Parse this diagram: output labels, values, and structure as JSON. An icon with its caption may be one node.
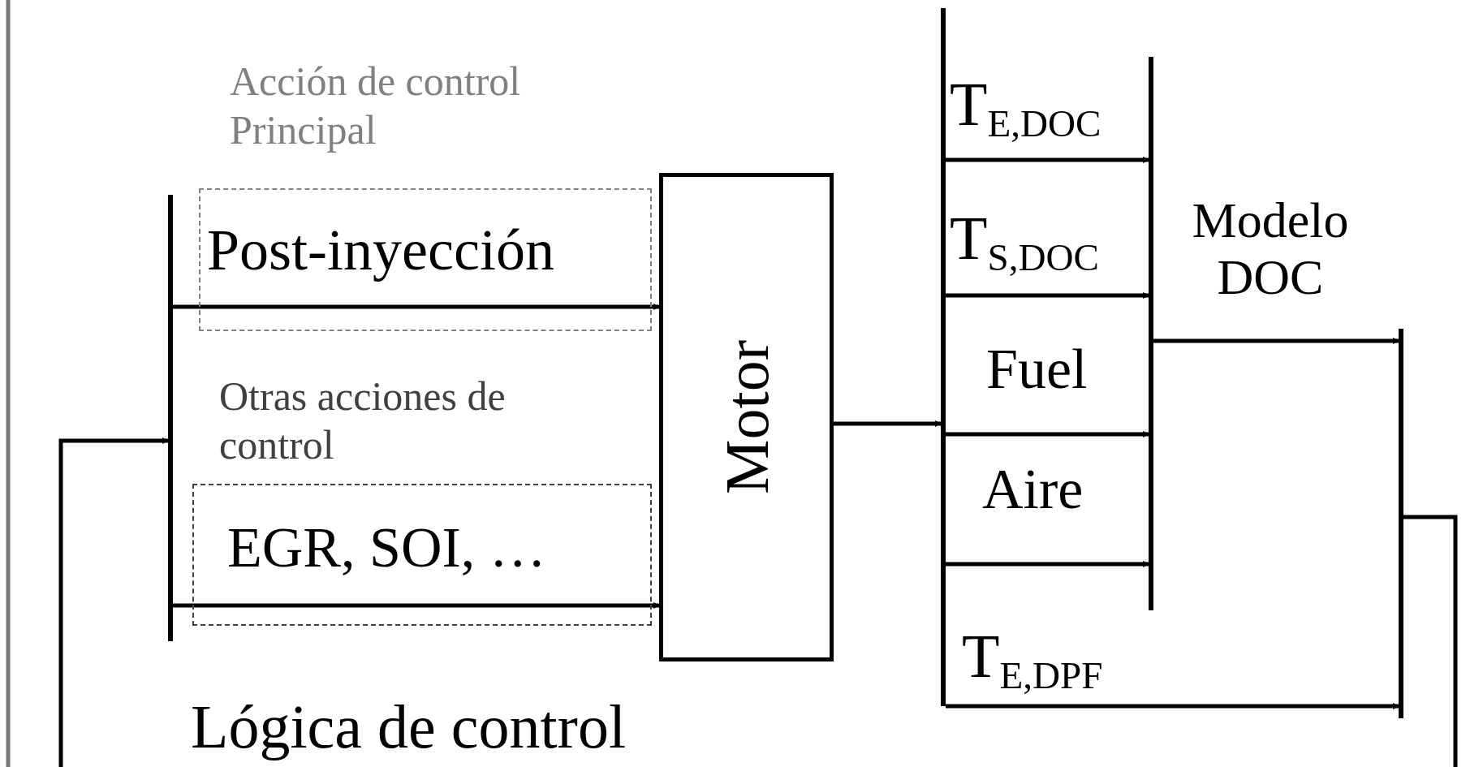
{
  "diagram": {
    "nodes": [
      {
        "text": [],
        "shape": "bar"
      },
      {
        "text": [
          "Motor"
        ]
      },
      {
        "text": [],
        "shape": "bar"
      },
      {
        "text": [],
        "shape": "bar",
        "beside": [
          "Modelo DOC"
        ]
      },
      {
        "text": [],
        "shape": "bar"
      }
    ],
    "edges": [
      {
        "from": 0,
        "to": 1,
        "arrow": "to",
        "label": "Post-inyección"
      },
      {
        "from": 0,
        "to": 1,
        "arrow": "to",
        "label": "EGR, SOI, …"
      },
      {
        "from": 1,
        "to": 2,
        "arrow": "to"
      },
      {
        "from": 2,
        "to": 3,
        "arrow": "to",
        "label": "T$_{E,DOC}$"
      },
      {
        "from": 2,
        "to": 3,
        "arrow": "to",
        "label": "T$_{S,DOC}$"
      },
      {
        "from": 2,
        "to": 3,
        "arrow": "to",
        "label": "Fuel"
      },
      {
        "from": 2,
        "to": 3,
        "arrow": "to",
        "label": "Aire"
      },
      {
        "from": 3,
        "to": 4,
        "arrow": "to"
      },
      {
        "from": 2,
        "to": 4,
        "arrow": "to",
        "label": "T$_{E,DPF}$"
      },
      {
        "from": 4,
        "to": null,
        "arrow": "none"
      },
      {
        "from": null,
        "to": 0,
        "arrow": "to"
      }
    ],
    "labels": [
      "Acción de control Principal",
      "Otras acciones de control",
      "Lógica de control"
    ]
  }
}
